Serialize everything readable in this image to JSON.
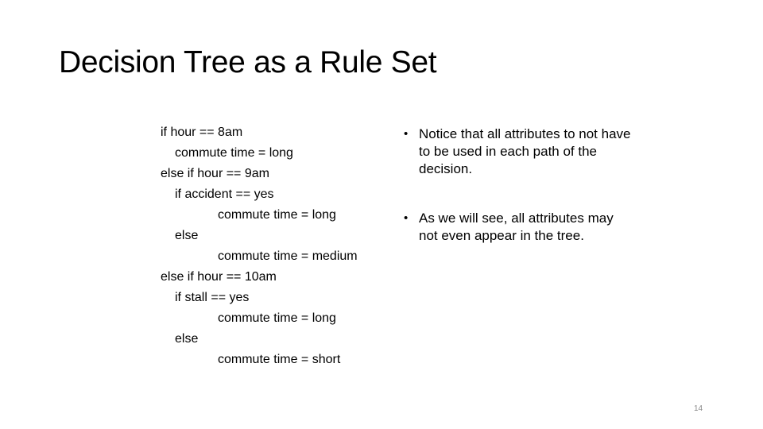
{
  "slide": {
    "title": "Decision Tree as a Rule Set",
    "page_number": "14"
  },
  "rules": [
    {
      "text": "if hour == 8am",
      "level": 0
    },
    {
      "text": "commute time = long",
      "level": 1
    },
    {
      "text": "else if hour == 9am",
      "level": 0
    },
    {
      "text": "if accident == yes",
      "level": 1
    },
    {
      "text": "commute time = long",
      "level": 2
    },
    {
      "text": "else",
      "level": 1
    },
    {
      "text": "commute time = medium",
      "level": 2
    },
    {
      "text": "else if hour == 10am",
      "level": 0
    },
    {
      "text": "if stall == yes",
      "level": 1
    },
    {
      "text": "commute time = long",
      "level": 2
    },
    {
      "text": "else",
      "level": 1
    },
    {
      "text": "commute time = short",
      "level": 2
    }
  ],
  "bullets": [
    {
      "text": "Notice that all attributes to not have to be used in each path of the decision."
    },
    {
      "text": "As we will see, all attributes may not even appear in the tree."
    }
  ],
  "bullet_symbol": "•"
}
